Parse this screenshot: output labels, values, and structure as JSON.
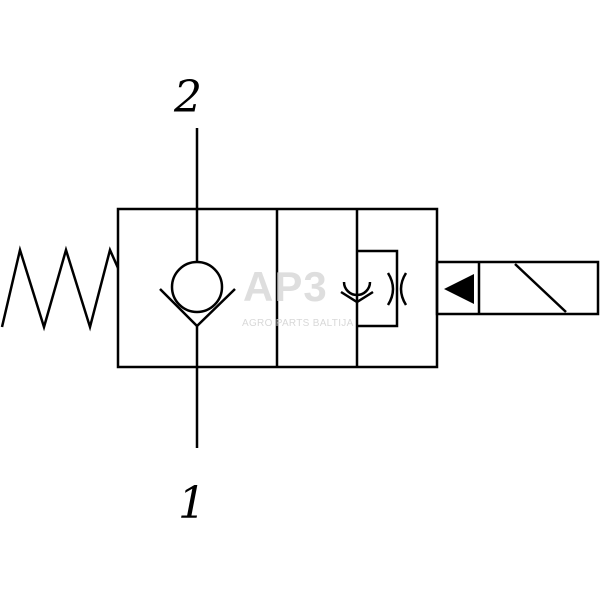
{
  "ports": {
    "upper": "2",
    "lower": "1"
  },
  "watermark": {
    "logo": "AP3",
    "subtitle": "AGRO PARTS BALTIJA"
  },
  "colors": {
    "line": "#000000",
    "background": "#ffffff",
    "watermark": "#d4d4d4"
  }
}
